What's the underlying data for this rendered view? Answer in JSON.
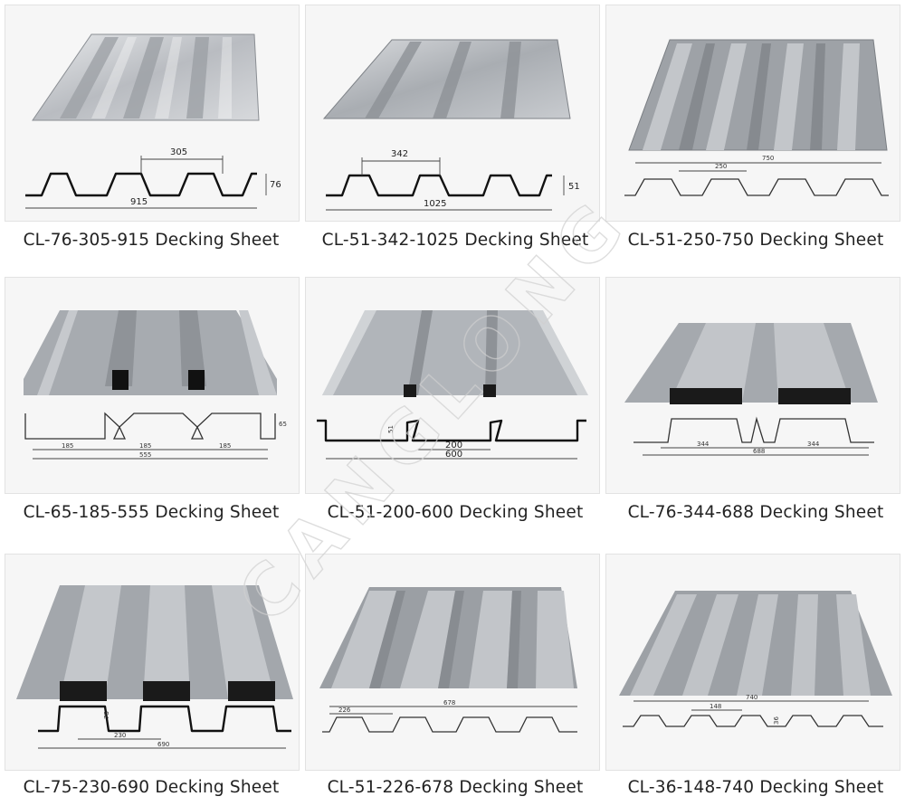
{
  "products": [
    {
      "caption": "CL-76-305-915 Decking Sheet",
      "dims": [
        "305",
        "76",
        "915"
      ]
    },
    {
      "caption": "CL-51-342-1025 Decking Sheet",
      "dims": [
        "342",
        "51",
        "1025"
      ]
    },
    {
      "caption": "CL-51-250-750 Decking Sheet",
      "dims": [
        "750",
        "250"
      ]
    },
    {
      "caption": "CL-65-185-555 Decking Sheet",
      "dims": [
        "185",
        "185",
        "185",
        "555",
        "65"
      ]
    },
    {
      "caption": "CL-51-200-600 Decking Sheet",
      "dims": [
        "51",
        "200",
        "600"
      ]
    },
    {
      "caption": "CL-76-344-688 Decking Sheet",
      "dims": [
        "344",
        "344",
        "688"
      ]
    },
    {
      "caption": "CL-75-230-690 Decking Sheet",
      "dims": [
        "75",
        "230",
        "690"
      ]
    },
    {
      "caption": "CL-51-226-678 Decking Sheet",
      "dims": [
        "226",
        "678"
      ]
    },
    {
      "caption": "CL-36-148-740 Decking Sheet",
      "dims": [
        "740",
        "148",
        "36"
      ]
    }
  ],
  "watermark": "CANGLONG",
  "colors": {
    "steel_light": "#c9ccd0",
    "steel_dark": "#8d9197",
    "profile": "#111111",
    "background": "#ffffff"
  }
}
